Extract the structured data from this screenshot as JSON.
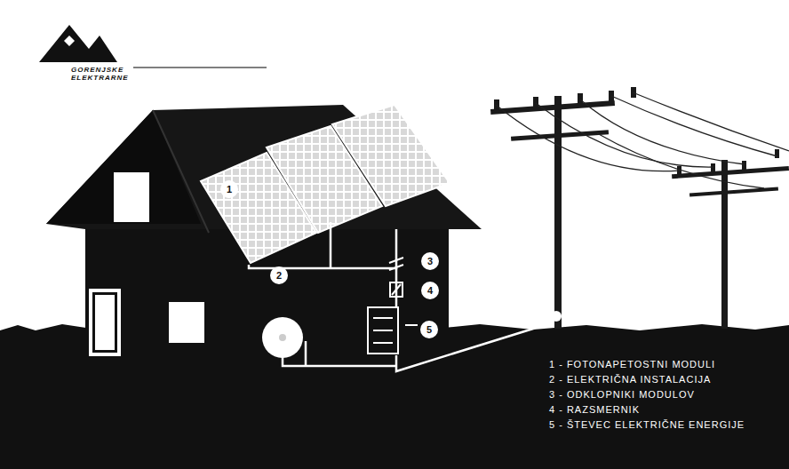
{
  "diagram": {
    "labels": [
      "GORENJSKE ELEKTRARNE",
      "1",
      "2",
      "3",
      "4",
      "5",
      "1 - FOTONAPETOSTNI MODULI",
      "2 - ELEKTRIČNA INSTALACIJA",
      "3 - ODKLOPNIKI MODULOV",
      "4 - RAZSMERNIK",
      "5 - ŠTEVEC ELEKTRIČNE ENERGIJE"
    ]
  }
}
